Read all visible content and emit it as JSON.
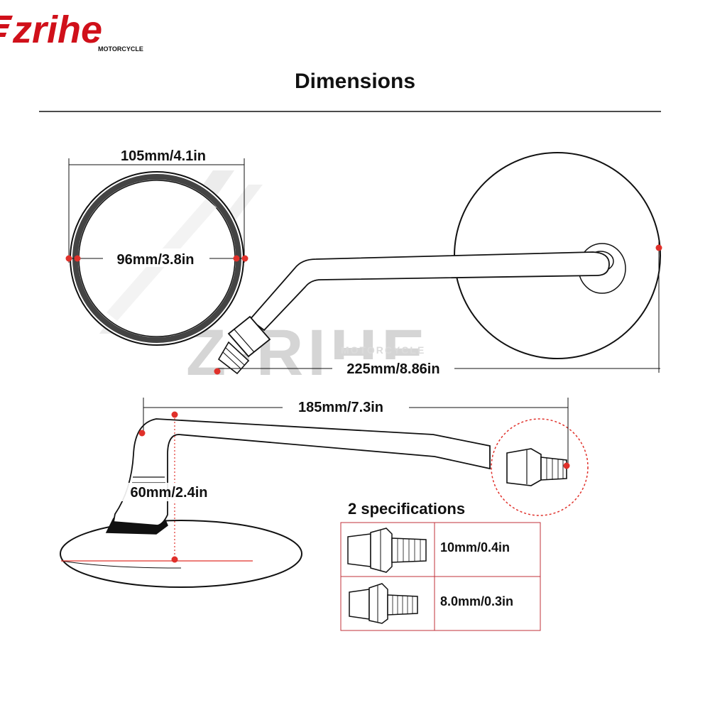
{
  "brand": {
    "name": "Z-RIHE",
    "sub": "MOTORCYCLE",
    "logo_word": "zrihe",
    "accent": "#d0101a"
  },
  "header": {
    "title": "Dimensions"
  },
  "dimensions": {
    "outer_diameter": "105mm/4.1in",
    "inner_diameter": "96mm/3.8in",
    "total_length": "225mm/8.86in",
    "arm_length": "185mm/7.3in",
    "height": "60mm/2.4in"
  },
  "specs": {
    "title": "2 specifications",
    "rows": [
      {
        "label": "10mm/0.4in",
        "icon": "bolt-large-icon"
      },
      {
        "label": "8.0mm/0.3in",
        "icon": "bolt-small-icon"
      }
    ]
  },
  "watermark": {
    "text": "Z-RIHE",
    "sub": "MOTORCYCLE",
    "color": "#c8c8c8"
  },
  "colors": {
    "line": "#111111",
    "marker": "#e0302a",
    "table_border": "#c0303a"
  }
}
